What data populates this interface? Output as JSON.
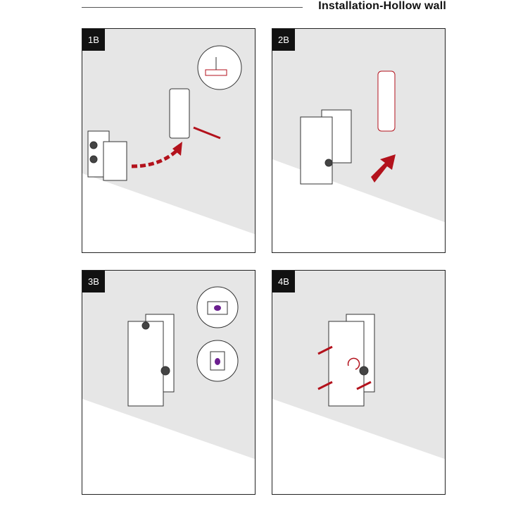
{
  "header": {
    "title": "Installation-Hollow wall"
  },
  "steps": [
    {
      "label": "1B"
    },
    {
      "label": "2B"
    },
    {
      "label": "3B"
    },
    {
      "label": "4B"
    }
  ],
  "colors": {
    "wall": "#e6e6e6",
    "accent": "#b3121c",
    "marker": "#6b1f8f"
  }
}
